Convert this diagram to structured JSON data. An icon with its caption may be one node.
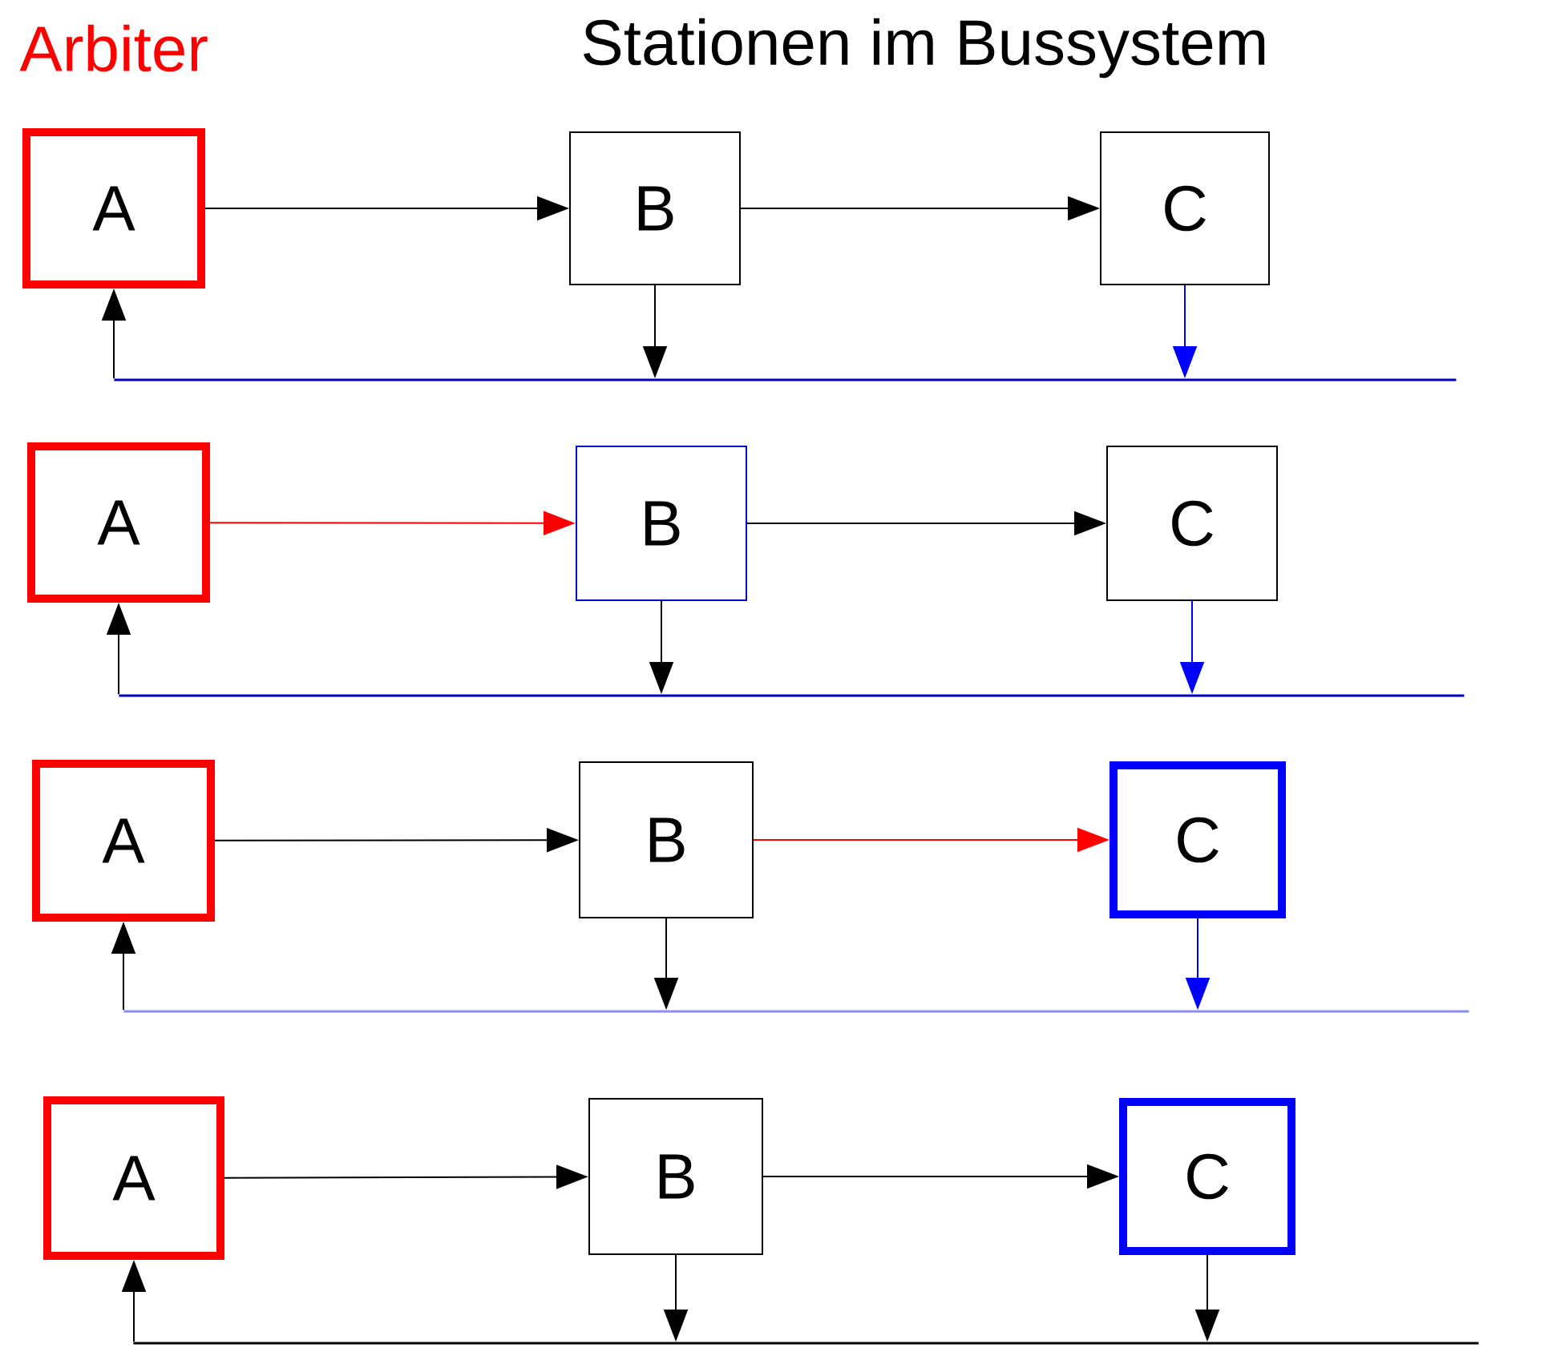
{
  "diagram": {
    "nodes": [
      {
        "text": [
          "A"
        ]
      },
      {
        "text": [
          "B"
        ]
      },
      {
        "text": [
          "C"
        ]
      },
      {
        "text": [],
        "shape": "line"
      },
      {
        "text": [
          "A"
        ]
      },
      {
        "text": [
          "B"
        ]
      },
      {
        "text": [
          "C"
        ]
      },
      {
        "text": [],
        "shape": "line"
      },
      {
        "text": [
          "A"
        ]
      },
      {
        "text": [
          "B"
        ]
      },
      {
        "text": [
          "C"
        ]
      },
      {
        "text": [],
        "shape": "line"
      },
      {
        "text": [
          "A"
        ]
      },
      {
        "text": [
          "B"
        ]
      },
      {
        "text": [
          "C"
        ]
      },
      {
        "text": [],
        "shape": "line"
      }
    ],
    "edges": [
      {
        "from": 0,
        "to": 1,
        "arrow": "to"
      },
      {
        "from": 1,
        "to": 2,
        "arrow": "to"
      },
      {
        "from": 1,
        "to": 3,
        "arrow": "to"
      },
      {
        "from": 2,
        "to": 3,
        "arrow": "to",
        "color": "#0000ff"
      },
      {
        "from": 3,
        "to": 0,
        "arrow": "to"
      },
      {
        "from": 4,
        "to": 5,
        "arrow": "to",
        "color": "#ff0000"
      },
      {
        "from": 5,
        "to": 6,
        "arrow": "to"
      },
      {
        "from": 5,
        "to": 7,
        "arrow": "to"
      },
      {
        "from": 6,
        "to": 7,
        "arrow": "to",
        "color": "#0000ff"
      },
      {
        "from": 7,
        "to": 4,
        "arrow": "to"
      },
      {
        "from": 8,
        "to": 9,
        "arrow": "to"
      },
      {
        "from": 9,
        "to": 10,
        "arrow": "to",
        "color": "#ff0000"
      },
      {
        "from": 9,
        "to": 11,
        "arrow": "to"
      },
      {
        "from": 10,
        "to": 11,
        "arrow": "to",
        "color": "#0000ff"
      },
      {
        "from": 11,
        "to": 8,
        "arrow": "to"
      },
      {
        "from": 12,
        "to": 13,
        "arrow": "to"
      },
      {
        "from": 13,
        "to": 14,
        "arrow": "to"
      },
      {
        "from": 13,
        "to": 15,
        "arrow": "to"
      },
      {
        "from": 14,
        "to": 15,
        "arrow": "to"
      },
      {
        "from": 15,
        "to": 12,
        "arrow": "to"
      }
    ],
    "labels": [
      "Arbiter",
      "Stationen im Bussystem"
    ]
  }
}
